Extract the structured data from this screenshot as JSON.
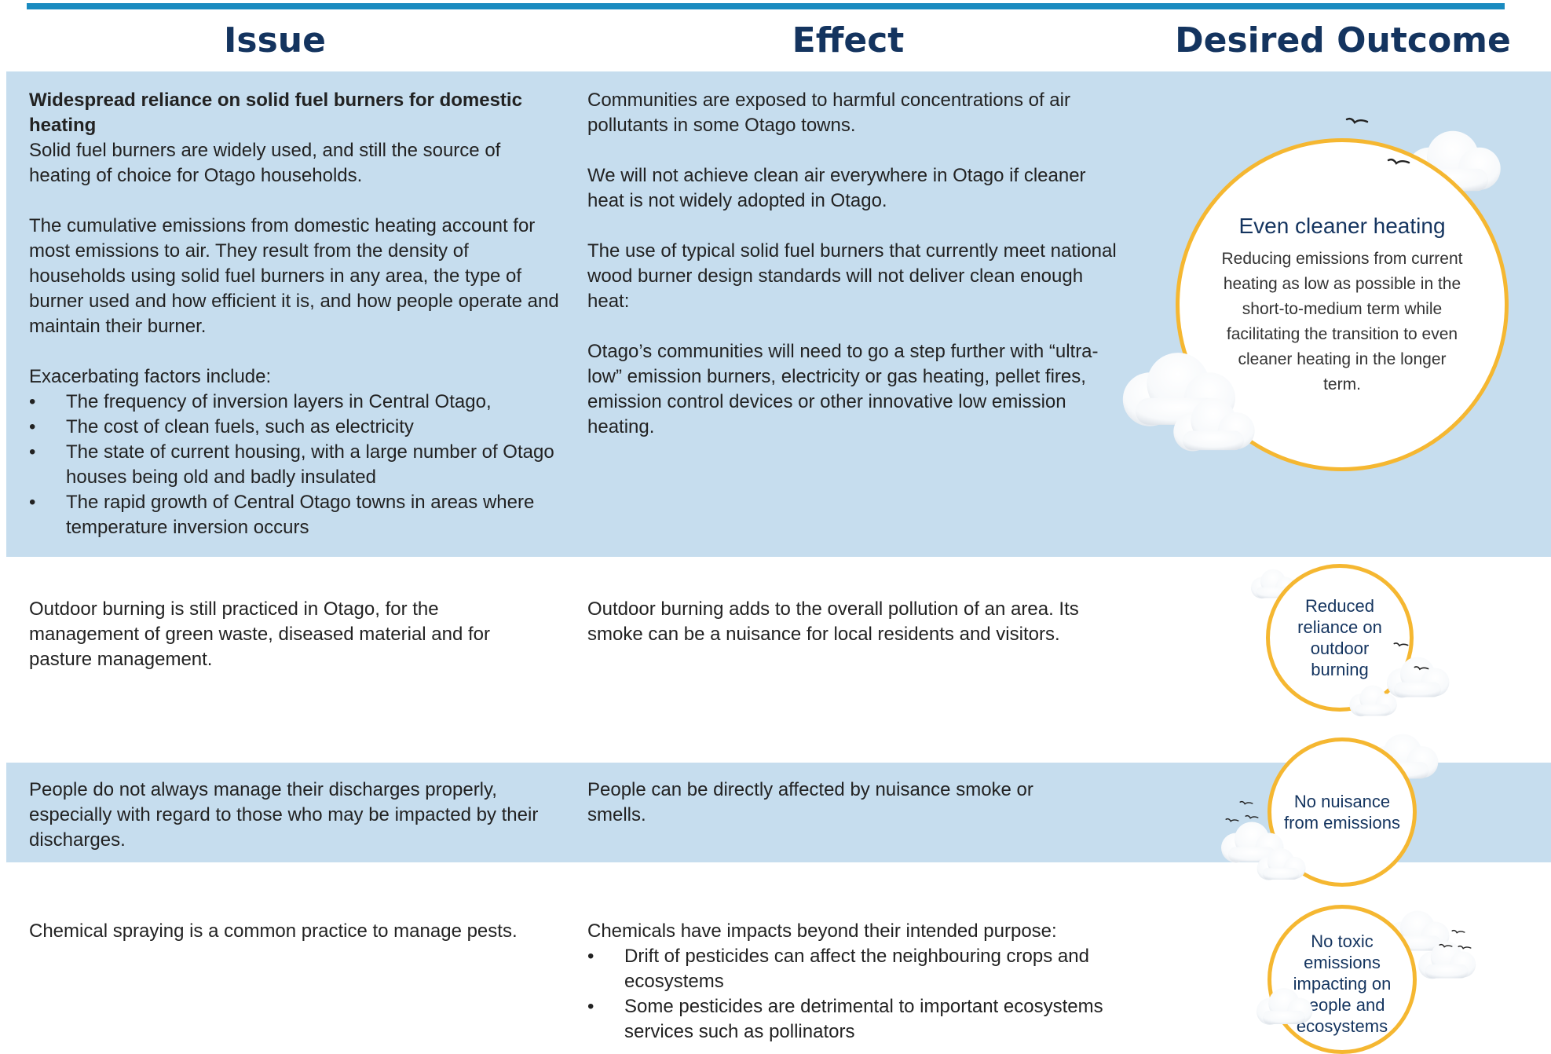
{
  "headers": {
    "issue": "Issue",
    "effect": "Effect",
    "outcome": "Desired Outcome"
  },
  "rows": [
    {
      "issue": {
        "title": "Widespread reliance on solid fuel burners for domestic heating",
        "p1": "Solid fuel burners are widely used, and still the source of heating of choice for Otago households.",
        "p2": "The cumulative emissions from domestic heating account for most emissions to air. They result from the density of households using solid fuel burners in any area, the type of burner used and how efficient it is, and how people operate and maintain their burner.",
        "p3": "Exacerbating factors include:",
        "bullets": [
          "The frequency of inversion layers in Central Otago,",
          "The cost of clean fuels, such as electricity",
          "The state of current housing, with a large number of Otago houses being old and badly insulated",
          "The rapid growth of Central Otago towns in areas where temperature inversion occurs"
        ]
      },
      "effect": {
        "p1": "Communities are exposed to harmful concentrations of air pollutants in some Otago towns.",
        "p2": "We will not achieve clean air everywhere in Otago if cleaner heat is not widely adopted in Otago.",
        "p3": "The use of typical solid fuel burners that currently meet national wood burner design standards will not deliver clean enough heat:",
        "p4": "Otago’s communities will need to go a step further with “ultra-low” emission burners, electricity or gas heating, pellet fires, emission control devices or other innovative low emission heating."
      },
      "outcome": {
        "title": "Even cleaner heating",
        "body": "Reducing emissions from current heating as low as possible in the short-to-medium term while facilitating the transition to even cleaner heating in the longer term."
      }
    },
    {
      "issue": {
        "p1": "Outdoor burning is still practiced in Otago, for the management of green waste, diseased material and for pasture management."
      },
      "effect": {
        "p1": "Outdoor burning adds to the overall pollution of an area. Its smoke can be a nuisance for local residents and visitors."
      },
      "outcome": {
        "label": "Reduced reliance on outdoor burning"
      }
    },
    {
      "issue": {
        "p1": "People do not always manage their discharges properly, especially with regard to those who may be impacted by their discharges."
      },
      "effect": {
        "p1": "People can be directly affected by nuisance smoke or smells."
      },
      "outcome": {
        "label": "No nuisance from emissions"
      }
    },
    {
      "issue": {
        "p1": "Chemical spraying is a common practice to manage pests."
      },
      "effect": {
        "p1": "Chemicals have impacts beyond their intended purpose:",
        "bullets": [
          "Drift of pesticides can affect the neighbouring crops and ecosystems",
          "Some pesticides are detrimental to important ecosystems services such as pollinators"
        ]
      },
      "outcome": {
        "label": "No toxic emissions impacting on people and ecosystems"
      }
    }
  ]
}
